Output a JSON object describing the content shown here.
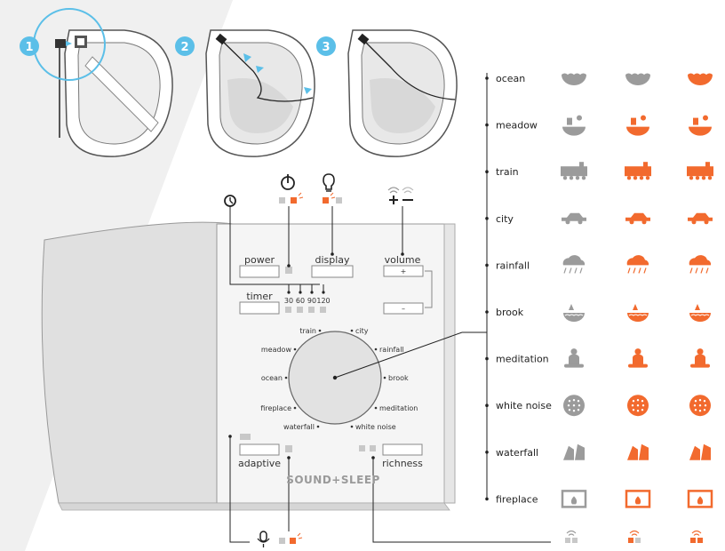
{
  "steps": [
    "1",
    "2",
    "3"
  ],
  "device": {
    "buttons": {
      "power": "power",
      "display": "display",
      "volume": "volume",
      "volume_plus": "+",
      "volume_minus": "–",
      "timer": "timer",
      "adaptive": "adaptive",
      "richness": "richness"
    },
    "timer_values": [
      "30",
      "60",
      "90",
      "120"
    ],
    "brand": "SOUND+SLEEP",
    "dial_labels": {
      "train": "train",
      "city": "city",
      "meadow": "meadow",
      "rainfall": "rainfall",
      "ocean": "ocean",
      "brook": "brook",
      "fireplace": "fireplace",
      "meditation": "meditation",
      "waterfall": "waterfall",
      "white_noise": "white noise"
    }
  },
  "sound_list": [
    "ocean",
    "meadow",
    "train",
    "city",
    "rainfall",
    "brook",
    "meditation",
    "white noise",
    "waterfall",
    "fireplace"
  ],
  "icons": {
    "top_icons": [
      "power-icon",
      "lightbulb-icon",
      "volume-icon",
      "clock-icon"
    ],
    "bottom_icons": [
      "microphone-icon",
      "wifi-icon"
    ]
  },
  "colors": {
    "accent": "#f26a2e",
    "step_blue": "#5bbfe8",
    "panel": "#f4f4f4",
    "device_side": "#e0e0e0",
    "icon_gray": "#9b9b9b"
  }
}
